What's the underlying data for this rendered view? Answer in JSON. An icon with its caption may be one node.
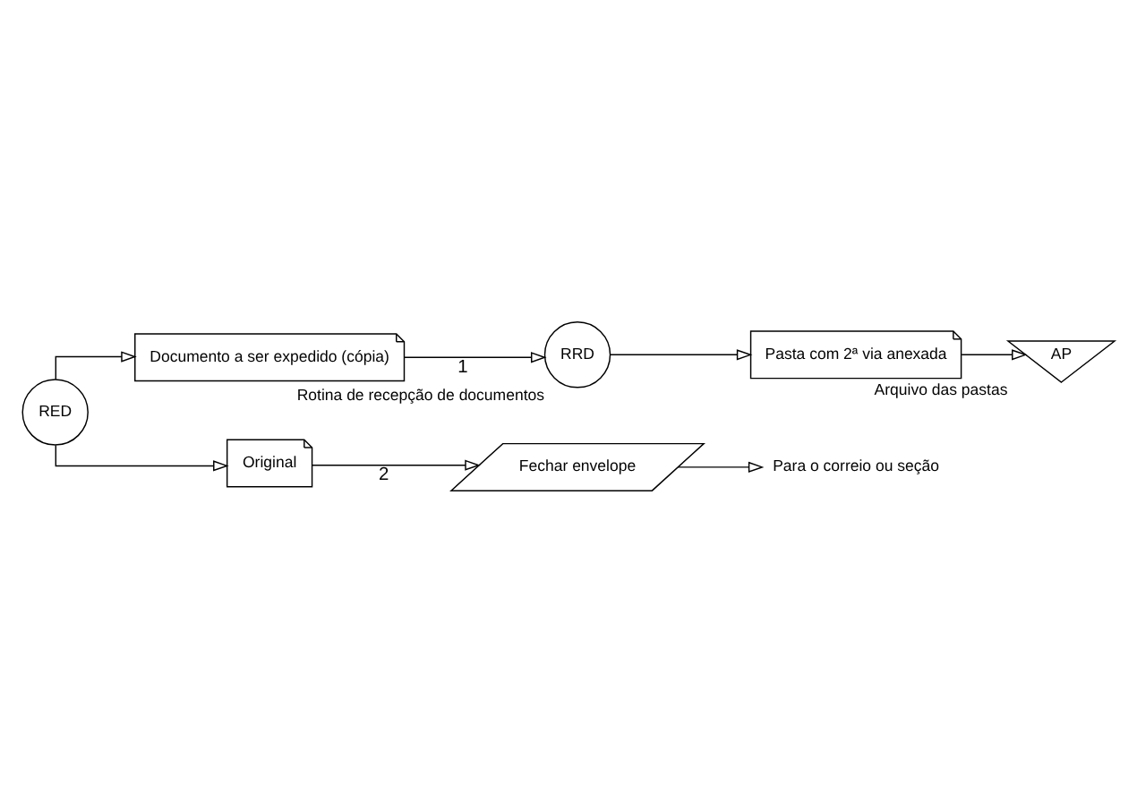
{
  "diagram": {
    "nodes": [
      {
        "text": [
          "RED"
        ]
      },
      {
        "text": [
          "Documento a ser expedido (cópia)"
        ]
      },
      {
        "text": [
          "RRD"
        ],
        "beside": [
          "Rotina de recepção de documentos"
        ]
      },
      {
        "text": [
          "Pasta com 2ª via anexada"
        ]
      },
      {
        "text": [
          "AP"
        ],
        "beside": [
          "Arquivo das pastas"
        ]
      },
      {
        "text": [
          "Original"
        ]
      },
      {
        "text": [
          "Fechar envelope"
        ]
      },
      {
        "text": [
          "Para o correio ou seção"
        ]
      }
    ],
    "edges": [
      {
        "from": 0,
        "to": 1,
        "arrow": "to"
      },
      {
        "from": 1,
        "to": 2,
        "arrow": "to",
        "label": "1"
      },
      {
        "from": 2,
        "to": 3,
        "arrow": "to"
      },
      {
        "from": 3,
        "to": 4,
        "arrow": "to"
      },
      {
        "from": 0,
        "to": 5,
        "arrow": "to"
      },
      {
        "from": 5,
        "to": 6,
        "arrow": "to",
        "label": "2"
      },
      {
        "from": 6,
        "to": 7,
        "arrow": "to"
      }
    ]
  }
}
